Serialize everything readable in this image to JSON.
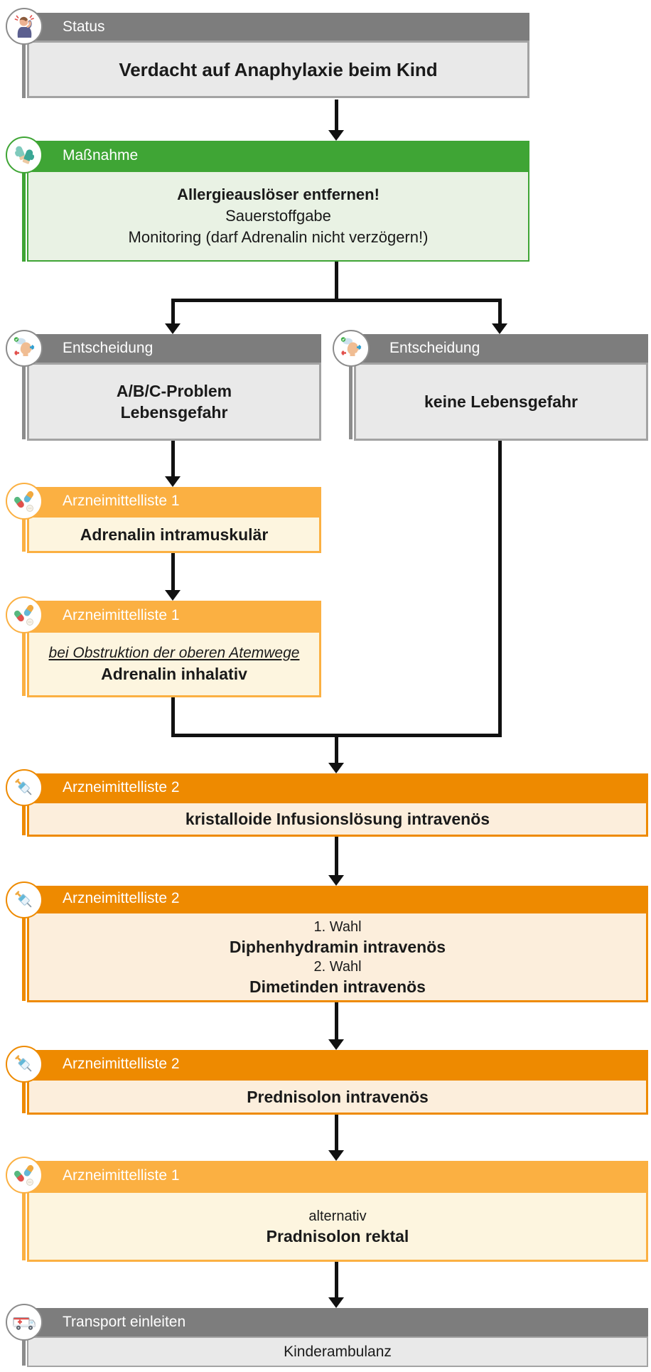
{
  "page": {
    "background": "#ffffff"
  },
  "colors": {
    "gray_header": "#7d7d7d",
    "gray_body": "#e9e9e9",
    "gray_border": "#a3a3a3",
    "green_header": "#3fa535",
    "green_body": "#e9f2e4",
    "amber_header": "#fbb042",
    "amber_body": "#fdf5df",
    "orange_header": "#ee8a00",
    "orange_body": "#fceedc",
    "line": "#111111",
    "text": "#1a1a1a"
  },
  "blocks": [
    {
      "id": "status",
      "icon": "headache-person-icon",
      "header": "Status",
      "lines": [
        {
          "text": "Verdacht auf Anaphylaxie beim Kind",
          "emphasis": "bold"
        }
      ]
    },
    {
      "id": "massnahme",
      "icon": "gloves-icon",
      "header": "Maßnahme",
      "lines": [
        {
          "text": "Allergieauslöser entfernen!",
          "emphasis": "bold"
        },
        {
          "text": "Sauerstoffgabe",
          "emphasis": "regular"
        },
        {
          "text": "Monitoring (darf Adrenalin nicht verzögern!)",
          "emphasis": "regular"
        }
      ]
    },
    {
      "id": "entscheidung-links",
      "icon": "decision-icon",
      "header": "Entscheidung",
      "lines": [
        {
          "text": "A/B/C-Problem",
          "emphasis": "bold"
        },
        {
          "text": "Lebensgefahr",
          "emphasis": "bold"
        }
      ]
    },
    {
      "id": "entscheidung-rechts",
      "icon": "decision-icon",
      "header": "Entscheidung",
      "lines": [
        {
          "text": "keine Lebensgefahr",
          "emphasis": "bold"
        }
      ]
    },
    {
      "id": "arznei1-adrenalin-im",
      "icon": "pills-icon",
      "header": "Arzneimittelliste 1",
      "lines": [
        {
          "text": "Adrenalin intramuskulär",
          "emphasis": "bold"
        }
      ]
    },
    {
      "id": "arznei1-adrenalin-inhalativ",
      "icon": "pills-icon",
      "header": "Arzneimittelliste 1",
      "lines": [
        {
          "text": "bei Obstruktion der oberen Atemwege",
          "emphasis": "italic-underline"
        },
        {
          "text": "Adrenalin inhalativ",
          "emphasis": "bold"
        }
      ]
    },
    {
      "id": "arznei2-infusion",
      "icon": "syringe-icon",
      "header": "Arzneimittelliste 2",
      "lines": [
        {
          "text": "kristalloide Infusionslösung intravenös",
          "emphasis": "bold"
        }
      ]
    },
    {
      "id": "arznei2-antihistaminika",
      "icon": "syringe-icon",
      "header": "Arzneimittelliste 2",
      "lines": [
        {
          "text": "1. Wahl",
          "emphasis": "regular"
        },
        {
          "text": "Diphenhydramin intravenös",
          "emphasis": "bold"
        },
        {
          "text": "2. Wahl",
          "emphasis": "regular"
        },
        {
          "text": "Dimetinden intravenös",
          "emphasis": "bold"
        }
      ]
    },
    {
      "id": "arznei2-prednisolon",
      "icon": "syringe-icon",
      "header": "Arzneimittelliste 2",
      "lines": [
        {
          "text": "Prednisolon intravenös",
          "emphasis": "bold"
        }
      ]
    },
    {
      "id": "arznei1-pradnisolon",
      "icon": "pills-icon",
      "header": "Arzneimittelliste 1",
      "lines": [
        {
          "text": "alternativ",
          "emphasis": "regular"
        },
        {
          "text": "Pradnisolon rektal",
          "emphasis": "bold"
        }
      ]
    },
    {
      "id": "transport",
      "icon": "ambulance-icon",
      "header": "Transport einleiten",
      "lines": [
        {
          "text": "Kinderambulanz",
          "emphasis": "regular"
        }
      ]
    }
  ]
}
